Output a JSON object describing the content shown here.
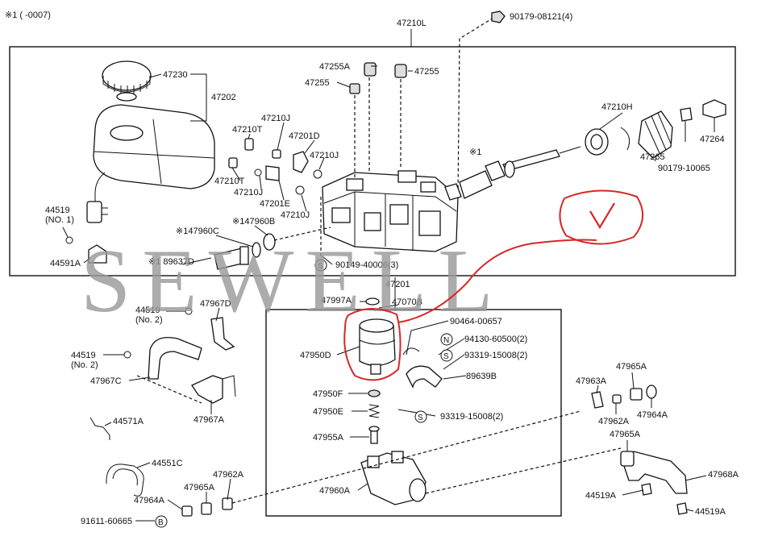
{
  "header": {
    "note": "※1 (      -0007)"
  },
  "watermark": "SEWELL",
  "annotation": {
    "check_color": "#d62828"
  },
  "labels": {
    "l47210L": "47210L",
    "l90179_08121": "90179-08121(4)",
    "l47230": "47230",
    "l47202": "47202",
    "l47255A": "47255A",
    "l47255a": "47255",
    "l47255b": "47255",
    "l47210J_1": "47210J",
    "l47210T_1": "47210T",
    "l47201D": "47201D",
    "l47210J_2": "47210J",
    "l47210T_2": "47210T",
    "l47210J_3": "47210J",
    "l47201E": "47201E",
    "l47210J_4": "47210J",
    "l47210H": "47210H",
    "l47264": "47264",
    "l47265": "47265",
    "l90179_10065": "90179-10065",
    "lstar1": "※1",
    "l44519_1": "44519",
    "l44519_1n": "(NO. 1)",
    "l147960C": "※147960C",
    "l147960B": "※147960B",
    "l44591A": "44591A",
    "l89637D": "※1 89637D",
    "l90149_40006": "90149-40006(3)",
    "l47201": "47201",
    "l47997A": "47997A",
    "l47070B": "47070B",
    "l90464": "90464-00657",
    "l94130": "94130-60500(2)",
    "l93319_1": "93319-15008(2)",
    "l89639B": "89639B",
    "l93319_2": "93319-15008(2)",
    "l47950D": "47950D",
    "l47950F": "47950F",
    "l47950E": "47950E",
    "l47955A": "47955A",
    "l47960A": "47960A",
    "l44519_2": "44519",
    "l44519_2n": "(No. 2)",
    "l47967D": "47967D",
    "l44519_3": "44519",
    "l44519_3n": "(No. 2)",
    "l47967C": "47967C",
    "l47967A": "47967A",
    "l44571A": "44571A",
    "l44551C": "44551C",
    "l47962A_1": "47962A",
    "l47965A_1": "47965A",
    "l47964A_1": "47964A",
    "l91611": "91611-60665",
    "l47963A": "47963A",
    "l47965A_2": "47965A",
    "l47962A_2": "47962A",
    "l47964A_2": "47964A",
    "l47965A_3": "47965A",
    "l47968A": "47968A",
    "l44519A_1": "44519A",
    "l44519A_2": "44519A"
  },
  "symbols": {
    "s_S1": "S",
    "s_N": "N",
    "s_S2": "S",
    "s_S3": "S",
    "s_B": "B"
  }
}
